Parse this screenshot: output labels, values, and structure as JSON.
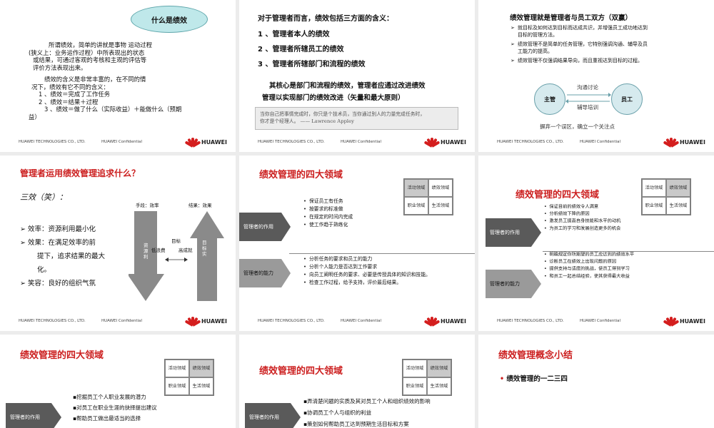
{
  "footer": {
    "company": "HUAWEI TECHNOLOGIES CO., LTD.",
    "confidential": "HUAWEI Confidential",
    "brand": "HUAWEI"
  },
  "s1": {
    "cloud": "什么是绩效",
    "para1": [
      "所谓绩效，简单的讲就是事物 运动过程",
      "(狭义上：业务运作过程）中所表现出的状态",
      "或结果，可通过客观的考核和主观的评估等",
      "评价方法表现出来。"
    ],
    "para2": [
      "绩效的含义是非常丰富的，在不同的情",
      "况下，绩效有它不同的含义：",
      "1 、绩效＝完成了工作任务",
      "2 、绩效＝结果＋过程",
      "3 、绩效＝做了什么（实际收益）＋能做什么（预期",
      "益）"
    ]
  },
  "s2": {
    "intro": "对于管理者而言，绩效包括三方面的含义：",
    "items": [
      "1 、管理者本人的绩效",
      "2 、管理者所辖员工的绩效",
      "3 、管理者所辖部门和流程的绩效"
    ],
    "core": [
      "其核心是部门和流程的绩效，管理者应通过改进绩效",
      "管理以实现部门的绩效改进（矢量和最大原则）"
    ],
    "quote1": "当你自己把事情完成时，你只是个技术员，当你通过别人的力量完成任务时，",
    "quote2": "你才是个经理人。        —— Lawrence        Appley"
  },
  "s3": {
    "title": "绩效管理就是管理者与员工双方（双赢）",
    "bullets": [
      [
        "就目标及如何达到目标而达成共识，并增强员工成功地达到",
        "目标的管理方法。"
      ],
      [
        "绩效管理不是简单的任务管理，它特别强调沟通、辅导及员",
        "工能力的提高。"
      ],
      [
        "绩效管理不仅强调结果导向，而且重视达到目标的过程。"
      ]
    ],
    "left_circle": "主管",
    "right_circle": "员工",
    "top_label": "沟通讨论",
    "bottom_label": "辅导培训",
    "caption": "摒弃一个误区，确立一个关注点"
  },
  "s4": {
    "title": "管理者运用绩效管理追求什么？",
    "subtitle": "三效（笑）：",
    "items": [
      "效率：资源利用最小化",
      "效果：在满足效率的前",
      "提下，追求结果的最大",
      "化。",
      "笑容：良好的组织气氛"
    ],
    "label_means": "手段：效率",
    "label_result": "结果：效果",
    "down_arrow": "资源利",
    "up_arrow": "目标实",
    "center_top": "目标",
    "center_left": "低浪费",
    "center_right": "高成就"
  },
  "s5": {
    "title": "绩效管理的四大领域",
    "grid": [
      "活动领域",
      "绩效领域",
      "职业领域",
      "生活领域"
    ],
    "role1": "管理者的作用",
    "role1_items": [
      "保证员工有任务",
      "按要求的标准做",
      "在规定的时间内完成",
      "使工作趋于熟练化"
    ],
    "role2": "管理者的能力",
    "role2_items": [
      "分析任务的要求和员工的能力",
      "分析个人能力是否达到工作要求",
      "向员工阐明任务的要求、必要是传授具体的知识和技能。",
      "检查工作过程，给予支持，评价最后结果。"
    ]
  },
  "s6": {
    "title": "绩效管理的四大领域",
    "grid": [
      "活动领域",
      "绩效领域",
      "职业领域",
      "生活领域"
    ],
    "role1": "管理者的作用",
    "role1_items": [
      "保证目前的绩效令人满意",
      "分析绩效下降的原因",
      "激发员工提高自身技能和水平的动机",
      "为员工的学习和发展创造更多的机会"
    ],
    "role2": "管理者的能力",
    "role2_items": [
      "明确规定你所期望的员工应达到的绩效水平",
      "诊断员工在绩效上出现问题的原因",
      "提供支持与适度的挑战，使员工得到学习",
      "和员工一起总结经验，使其获得最大收益"
    ]
  },
  "s7": {
    "title": "绩效管理的四大领域",
    "grid": [
      "活动领域",
      "绩效领域",
      "职业领域",
      "生活领域"
    ],
    "role1": "管理者的作用",
    "role1_items": [
      "挖掘员工个人职业发展的潜力",
      "对员工在职业生涯的抉择提出建议",
      "帮助员工做出最适当的选择"
    ]
  },
  "s8": {
    "title": "绩效管理的四大领域",
    "grid": [
      "活动领域",
      "绩效领域",
      "职业领域",
      "生活领域"
    ],
    "role1": "管理者的作用",
    "role1_items": [
      "弄清楚问题的实质及其对员工个人和组织绩效的影响",
      "协调员工个人与组织的利益",
      "策划如何帮助员工达到预期生活目标和方案"
    ]
  },
  "s9": {
    "title": "绩效管理概念小结",
    "items": [
      "绩效管理的一二三四"
    ]
  }
}
